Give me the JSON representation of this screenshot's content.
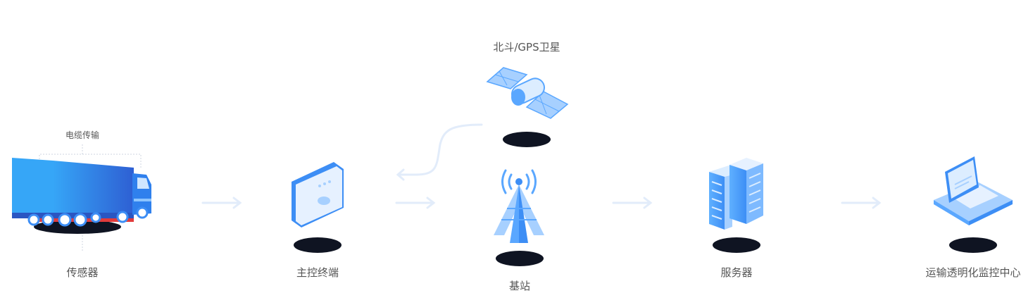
{
  "labels": {
    "satellite": "北斗/GPS卫星",
    "cable": "电缆传输",
    "sensor": "传感器",
    "terminal": "主控终端",
    "base_station": "基站",
    "server": "服务器",
    "monitor_center": "运输透明化监控中心"
  },
  "colors": {
    "primary_blue": "#3d8ef5",
    "light_blue": "#a7d0ff",
    "pale_blue": "#e6f1ff",
    "dark_ellipse": "#0f1422",
    "arrow": "#e2ecfa",
    "label": "#555555"
  }
}
